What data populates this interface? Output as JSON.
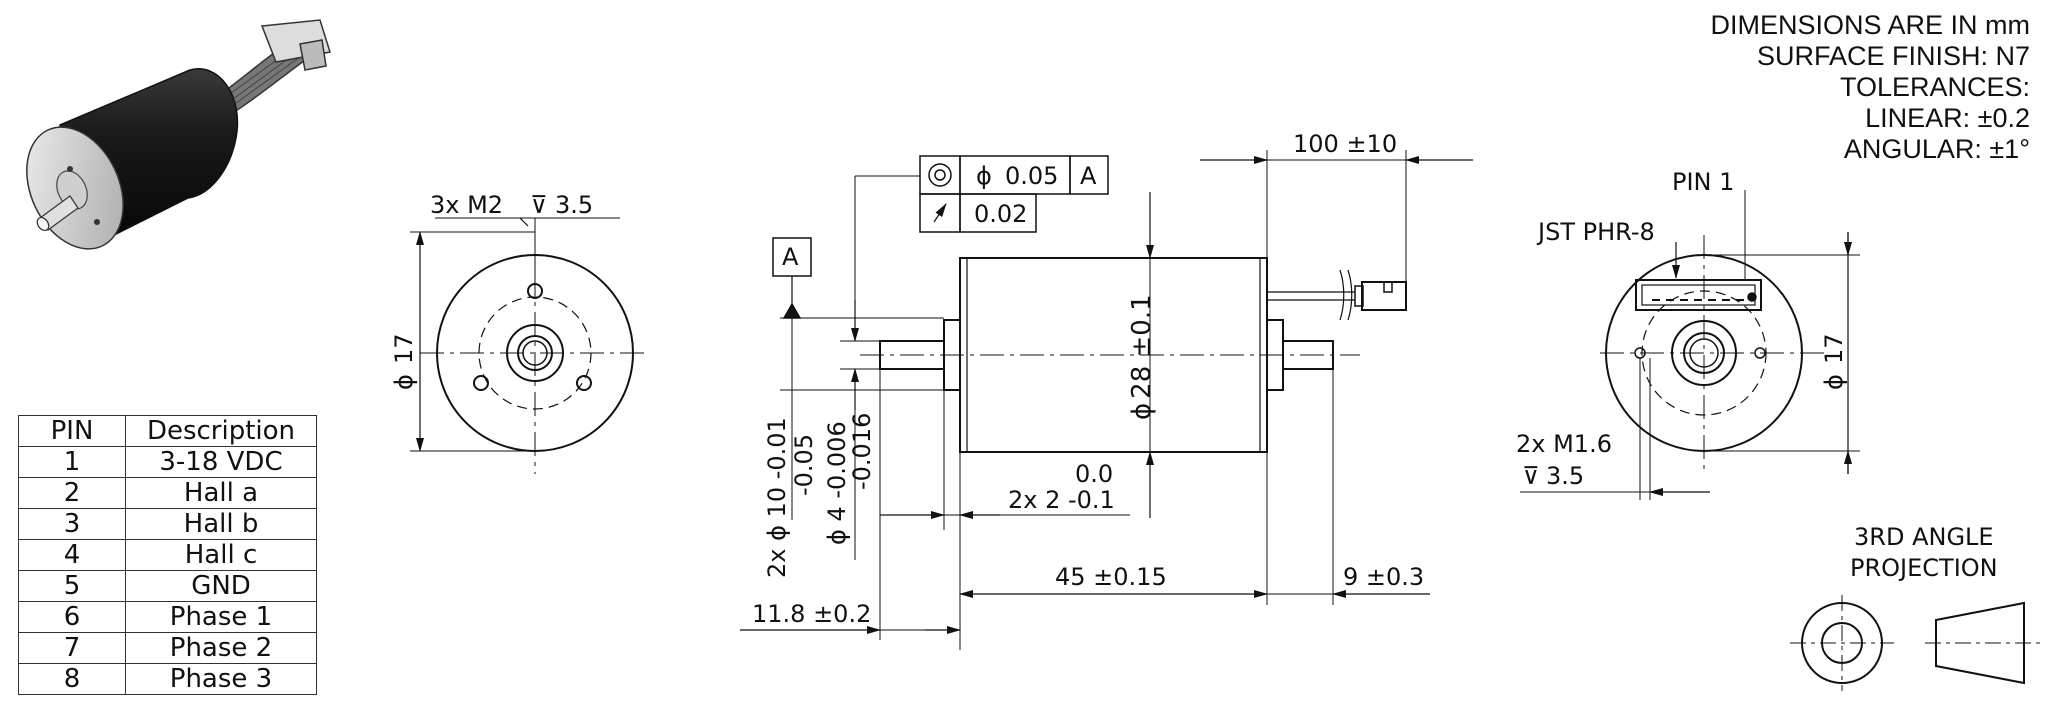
{
  "notes": {
    "line1": "DIMENSIONS ARE IN mm",
    "line2": "SURFACE FINISH: N7",
    "line3": "TOLERANCES:",
    "line4": "LINEAR: ±0.2",
    "line5": "ANGULAR: ±1°"
  },
  "pin_table": {
    "headers": [
      "PIN",
      "Description"
    ],
    "rows": [
      {
        "pin": "1",
        "desc": "3-18 VDC"
      },
      {
        "pin": "2",
        "desc": "Hall a"
      },
      {
        "pin": "3",
        "desc": "Hall b"
      },
      {
        "pin": "4",
        "desc": "Hall c"
      },
      {
        "pin": "5",
        "desc": "GND"
      },
      {
        "pin": "6",
        "desc": "Phase 1"
      },
      {
        "pin": "7",
        "desc": "Phase 2"
      },
      {
        "pin": "8",
        "desc": "Phase 3"
      }
    ]
  },
  "front_view": {
    "holes": "3x M2",
    "depth": "3.5",
    "diameter": "17"
  },
  "side_view": {
    "datum": "A",
    "concentricity": "0.05",
    "concentricity_datum": "A",
    "runout": "0.02",
    "body_dia": "28 ±0.1",
    "shaft_dia_label": "2x ϕ 10 -0.01",
    "shaft_dia_tol": "-0.05",
    "shaft_small": "ϕ 4 -0.006",
    "shaft_small_tol": "-0.016",
    "cable_length": "100 ±10",
    "flange_top": "0.0",
    "flange": "2x 2 -0.1",
    "body_length": "45 ±0.15",
    "shaft_left": "11.8 ±0.2",
    "shaft_right": "9 ±0.3"
  },
  "rear_view": {
    "pin1": "PIN 1",
    "connector": "JST PHR-8",
    "holes": "2x M1.6",
    "depth": "3.5",
    "diameter": "17"
  },
  "projection": {
    "line1": "3RD ANGLE",
    "line2": "PROJECTION"
  }
}
